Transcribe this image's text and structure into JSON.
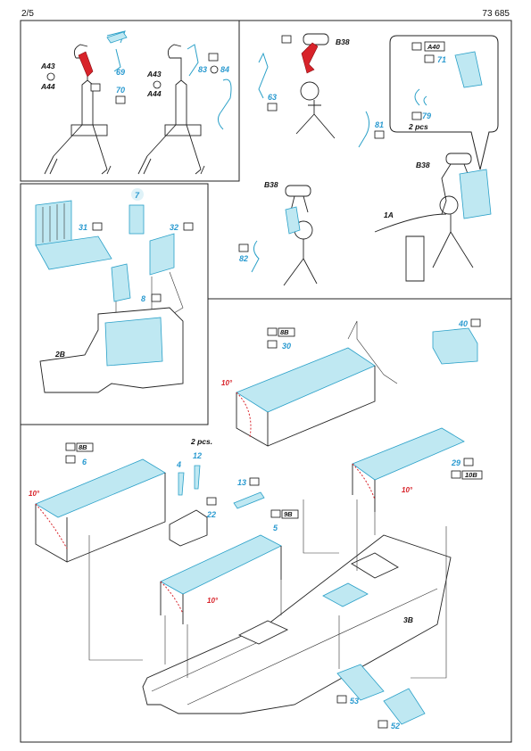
{
  "header": {
    "page": "2/5",
    "set": "73 685"
  },
  "panels": {
    "p1": {
      "labels": [
        "A43",
        "A44",
        "A43",
        "A44"
      ],
      "parts": [
        "69",
        "70",
        "83",
        "84"
      ]
    },
    "p2": {
      "labels": [
        "B38",
        "B38",
        "B38",
        "A40",
        "2 pcs",
        "1A"
      ],
      "parts": [
        "63",
        "81",
        "71",
        "79",
        "82"
      ]
    },
    "p3": {
      "labels": [
        "2B"
      ],
      "parts": [
        "31",
        "7",
        "32",
        "8"
      ]
    },
    "p4": {
      "labels": [
        "8B"
      ],
      "parts": [
        "30",
        "40"
      ],
      "angle": "10°"
    },
    "p5": {
      "labels": [
        "8B",
        "2 pcs.",
        "9B",
        "10B",
        "3B"
      ],
      "parts": [
        "6",
        "4",
        "12",
        "13",
        "22",
        "5",
        "29",
        "53",
        "52"
      ],
      "angles": [
        "10°",
        "10°",
        "10°"
      ]
    }
  }
}
